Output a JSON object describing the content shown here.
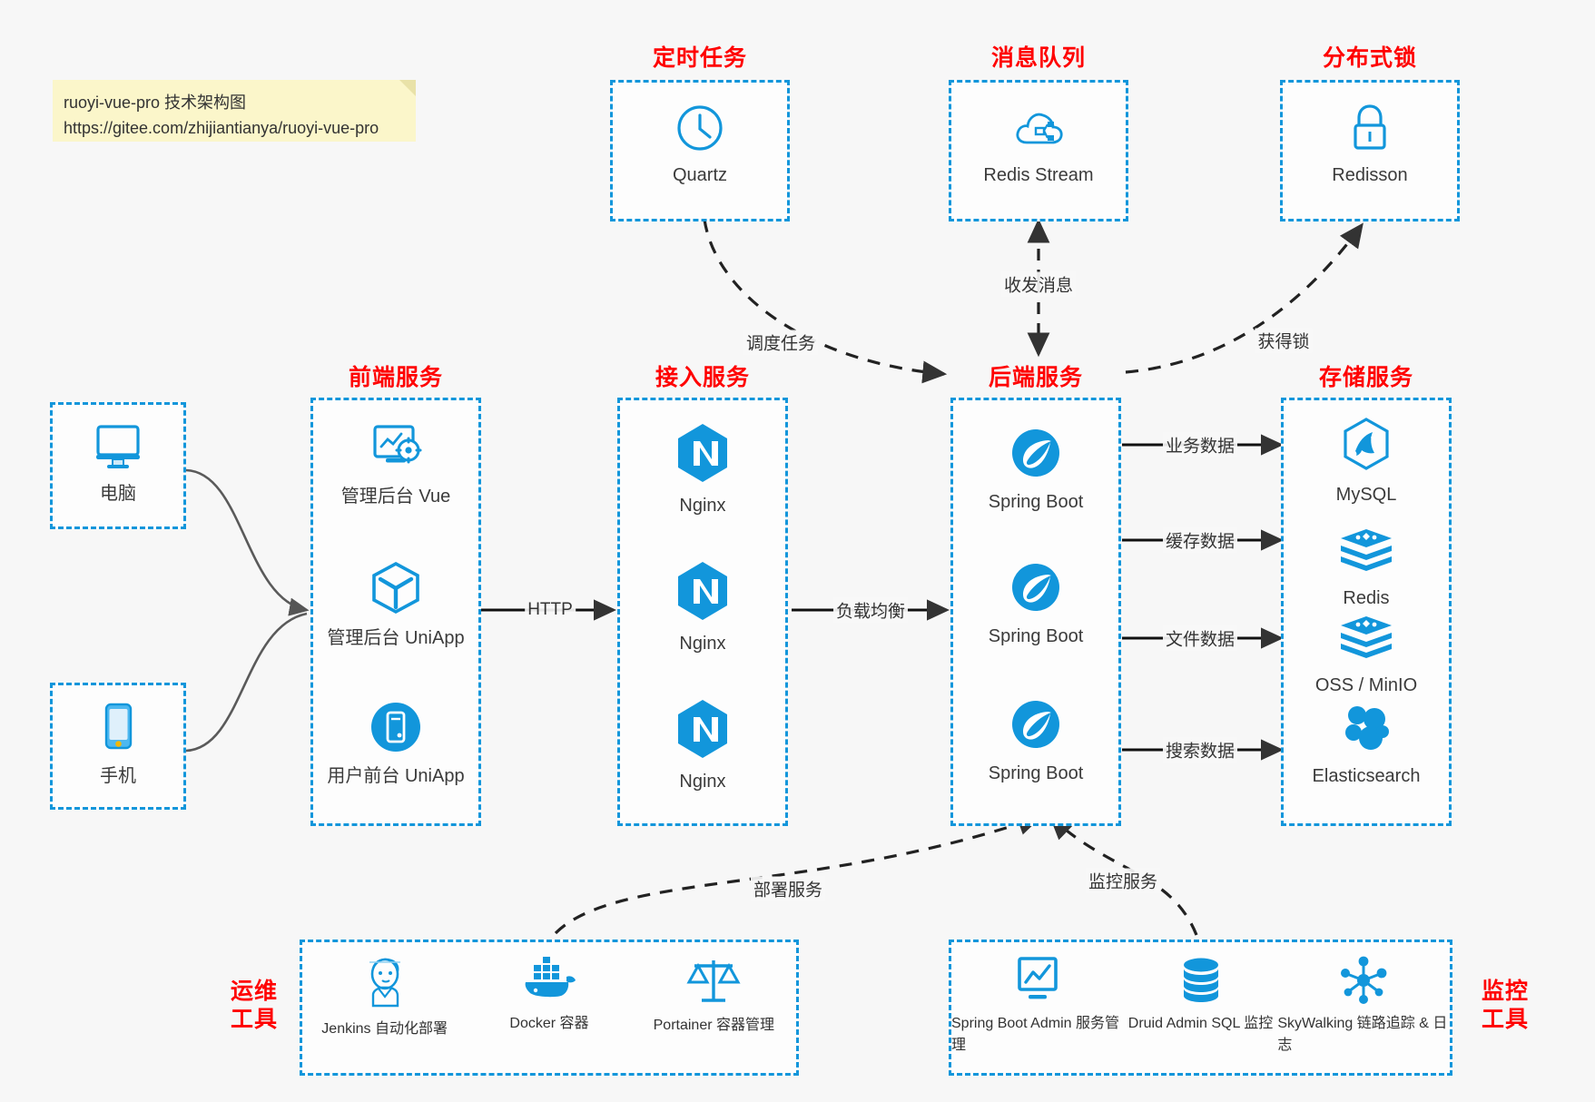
{
  "note": {
    "line1": "ruoyi-vue-pro 技术架构图",
    "line2": "https://gitee.com/zhijiantianya/ruoyi-vue-pro"
  },
  "colors": {
    "accent": "#1296db",
    "title": "#ff0000",
    "edge": "#333333",
    "background": "#f7f7f7",
    "note_bg": "#fbf6ca"
  },
  "groups": {
    "scheduled_task": {
      "title": "定时任务"
    },
    "message_queue": {
      "title": "消息队列"
    },
    "distributed_lock": {
      "title": "分布式锁"
    },
    "frontend": {
      "title": "前端服务"
    },
    "gateway": {
      "title": "接入服务"
    },
    "backend": {
      "title": "后端服务"
    },
    "storage": {
      "title": "存储服务"
    },
    "devops": {
      "title": "运维\n工具"
    },
    "monitoring": {
      "title": "监控\n工具"
    }
  },
  "nodes": {
    "quartz": {
      "label": "Quartz",
      "icon": "clock-icon"
    },
    "redis_stream": {
      "label": "Redis Stream",
      "icon": "cloud-queue-icon"
    },
    "redisson": {
      "label": "Redisson",
      "icon": "lock-icon"
    },
    "computer": {
      "label": "电脑",
      "icon": "desktop-icon"
    },
    "phone": {
      "label": "手机",
      "icon": "smartphone-icon"
    },
    "frontend_items": [
      {
        "label": "管理后台 Vue",
        "icon": "dashboard-settings-icon"
      },
      {
        "label": "管理后台 UniApp",
        "icon": "cube-icon"
      },
      {
        "label": "用户前台 UniApp",
        "icon": "mobile-app-icon"
      }
    ],
    "gateway_items": [
      {
        "label": "Nginx",
        "icon": "nginx-icon"
      },
      {
        "label": "Nginx",
        "icon": "nginx-icon"
      },
      {
        "label": "Nginx",
        "icon": "nginx-icon"
      }
    ],
    "backend_items": [
      {
        "label": "Spring Boot",
        "icon": "spring-boot-icon"
      },
      {
        "label": "Spring Boot",
        "icon": "spring-boot-icon"
      },
      {
        "label": "Spring Boot",
        "icon": "spring-boot-icon"
      }
    ],
    "storage_items": [
      {
        "label": "MySQL",
        "icon": "mysql-icon"
      },
      {
        "label": "Redis",
        "icon": "redis-stack-icon"
      },
      {
        "label": "OSS / MinIO",
        "icon": "object-storage-icon"
      },
      {
        "label": "Elasticsearch",
        "icon": "elasticsearch-icon"
      }
    ],
    "devops_items": [
      {
        "label": "Jenkins\n自动化部署",
        "icon": "jenkins-icon"
      },
      {
        "label": "Docker\n容器",
        "icon": "docker-icon"
      },
      {
        "label": "Portainer\n容器管理",
        "icon": "scales-icon"
      }
    ],
    "monitoring_items": [
      {
        "label": "Spring Boot Admin\n服务管理",
        "icon": "monitor-chart-icon"
      },
      {
        "label": "Druid Admin\nSQL 监控",
        "icon": "database-icon"
      },
      {
        "label": "SkyWalking\n链路追踪 & 日志",
        "icon": "network-nodes-icon"
      }
    ]
  },
  "edges": [
    {
      "id": "schedule",
      "label": "调度任务",
      "from": "quartz",
      "to": "backend",
      "style": "dashed"
    },
    {
      "id": "mq",
      "label": "收发消息",
      "from": "redis_stream",
      "to": "backend",
      "style": "dashed-bidirectional"
    },
    {
      "id": "lock",
      "label": "获得锁",
      "from": "backend",
      "to": "redisson",
      "style": "dashed"
    },
    {
      "id": "http",
      "label": "HTTP",
      "from": "frontend",
      "to": "gateway",
      "style": "solid"
    },
    {
      "id": "lb",
      "label": "负载均衡",
      "from": "gateway",
      "to": "backend",
      "style": "solid"
    },
    {
      "id": "biz",
      "label": "业务数据",
      "from": "backend",
      "to": "mysql",
      "style": "solid"
    },
    {
      "id": "cache",
      "label": "缓存数据",
      "from": "backend",
      "to": "redis",
      "style": "solid"
    },
    {
      "id": "file",
      "label": "文件数据",
      "from": "backend",
      "to": "oss",
      "style": "solid"
    },
    {
      "id": "search",
      "label": "搜索数据",
      "from": "backend",
      "to": "elasticsearch",
      "style": "solid"
    },
    {
      "id": "deploy",
      "label": "部署服务",
      "from": "devops",
      "to": "backend",
      "style": "dashed"
    },
    {
      "id": "monitor",
      "label": "监控服务",
      "from": "monitoring",
      "to": "backend",
      "style": "dashed"
    }
  ]
}
